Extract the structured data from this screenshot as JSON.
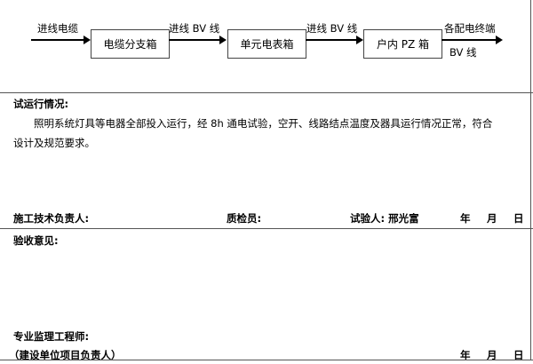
{
  "diagram": {
    "input_label": "进线电缆",
    "boxes": [
      "电缆分支箱",
      "单元电表箱",
      "户内 PZ 箱"
    ],
    "link_labels": [
      "进线 BV 线",
      "进线 BV 线"
    ],
    "output_label_top": "各配电终端",
    "output_label_bottom": "BV 线"
  },
  "trial_run": {
    "heading": "试运行情况:",
    "body_line1": "照明系统灯具等电器全部投入运行，经 8h 通电试验，空开、线路结点温度及器具运行情况正常，符合",
    "body_line2": "设计及规范要求。",
    "sign_tech": "施工技术负责人:",
    "sign_qc": "质检员:",
    "sign_tester": "试验人: 邢光富",
    "year": "年",
    "month": "月",
    "day": "日"
  },
  "acceptance": {
    "heading": "验收意见:",
    "supervisor": "专业监理工程师:",
    "owner": "（建设单位项目负责人）",
    "year": "年",
    "month": "月",
    "day": "日"
  }
}
